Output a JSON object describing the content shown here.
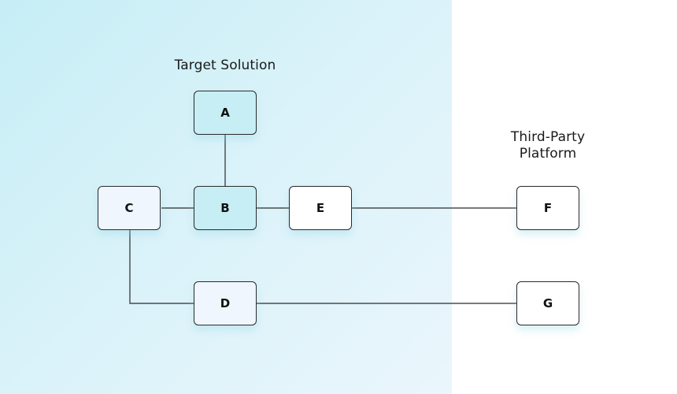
{
  "regions": {
    "target_title": "Target Solution",
    "third_party_title_line1": "Third-Party",
    "third_party_title_line2": "Platform"
  },
  "nodes": {
    "a": "A",
    "b": "B",
    "c": "C",
    "d": "D",
    "e": "E",
    "f": "F",
    "g": "G"
  },
  "colors": {
    "target_region_background": "#d3f0f8",
    "third_party_region_background": "#ffffff",
    "accent_node_fill": "#c7eef5",
    "light_node_fill": "#eff6fd",
    "node_border": "#2a2a2a",
    "connector": "#2a2a2a"
  }
}
